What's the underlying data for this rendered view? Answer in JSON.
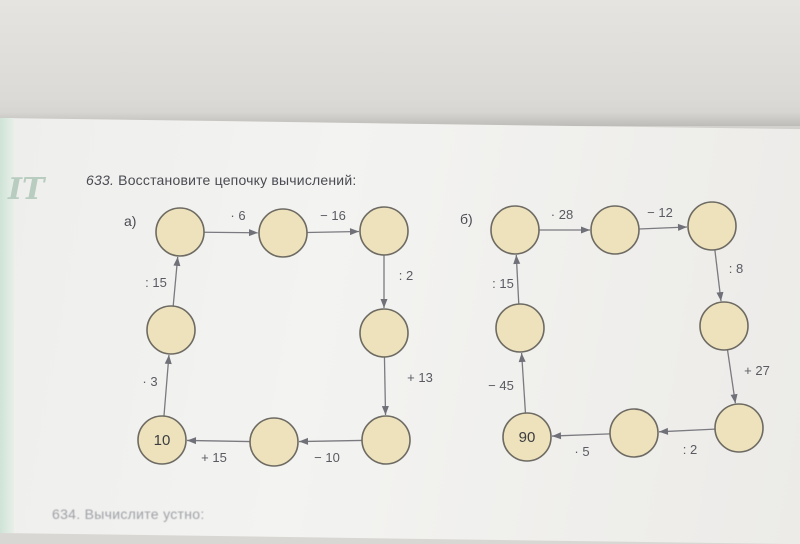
{
  "header_mark": "IT",
  "exercise": {
    "number": "633.",
    "title": "Восстановите цепочку вычислений:"
  },
  "next_exercise": "634. Вычислите устно:",
  "diagram_a": {
    "label": "а)",
    "circles": [
      "",
      "",
      "",
      "",
      "",
      "",
      "10",
      ""
    ],
    "operations": [
      "· 6",
      "− 16",
      ": 2",
      "+ 13",
      "− 10",
      "+ 15",
      "· 3",
      ": 15"
    ]
  },
  "diagram_b": {
    "label": "б)",
    "circles": [
      "",
      "",
      "",
      "",
      "",
      "",
      "90",
      ""
    ],
    "operations": [
      "· 28",
      "− 12",
      ": 8",
      "+ 27",
      ": 2",
      "· 5",
      "− 45",
      ": 15"
    ]
  },
  "colors": {
    "circle_fill": "#ede2bb",
    "page": "#f0f0ee"
  }
}
